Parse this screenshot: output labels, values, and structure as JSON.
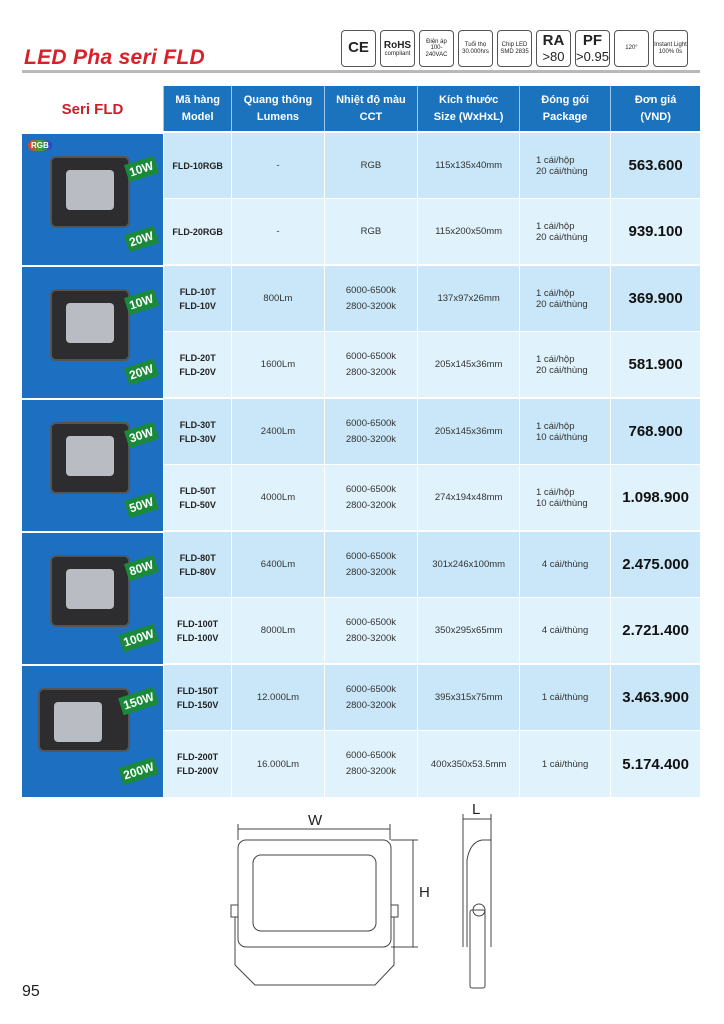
{
  "page": {
    "title": "LED Pha seri FLD",
    "page_number": "95",
    "seri_label": "Seri FLD"
  },
  "badges": [
    {
      "icon": "ce-mark-icon",
      "top": "CE",
      "bottom": ""
    },
    {
      "icon": "rohs-icon",
      "top": "RoHS",
      "bottom": "compliant"
    },
    {
      "icon": "voltage-icon",
      "top": "Điện áp",
      "bottom": "100-240VAC"
    },
    {
      "icon": "lifetime-gauge-icon",
      "top": "Tuổi thọ",
      "bottom": "30.000hrs"
    },
    {
      "icon": "bulb-icon",
      "top": "Chip LED",
      "bottom": "SMD 2835"
    },
    {
      "icon": "ra-icon",
      "top": "RA",
      "bottom": ">80"
    },
    {
      "icon": "pf-icon",
      "top": "PF",
      "bottom": ">0.95"
    },
    {
      "icon": "beam-angle-icon",
      "top": "",
      "bottom": "120°"
    },
    {
      "icon": "instant-light-icon",
      "top": "Instant Light",
      "bottom": "100% 0s"
    }
  ],
  "headers": [
    "Mã hàng\nModel",
    "Quang thông\nLumens",
    "Nhiệt độ màu\nCCT",
    "Kích thước\nSize (WxHxL)",
    "Đóng gói\nPackage",
    "Đơn giá\n(VND)"
  ],
  "groups": [
    {
      "label": "RGB",
      "watts": [
        "10W",
        "20W"
      ]
    },
    {
      "label": "",
      "watts": [
        "10W",
        "20W"
      ]
    },
    {
      "label": "",
      "watts": [
        "30W",
        "50W"
      ]
    },
    {
      "label": "",
      "watts": [
        "80W",
        "100W"
      ]
    },
    {
      "label": "",
      "watts": [
        "150W",
        "200W"
      ]
    }
  ],
  "rows": [
    {
      "model": "FLD-10RGB",
      "lumens": "-",
      "cct": "RGB",
      "size": "115x135x40mm",
      "package": "1 cái/hộp\n20 cái/thùng",
      "price": "563.600"
    },
    {
      "model": "FLD-20RGB",
      "lumens": "-",
      "cct": "RGB",
      "size": "115x200x50mm",
      "package": "1 cái/hộp\n20 cái/thùng",
      "price": "939.100"
    },
    {
      "model": "FLD-10T\nFLD-10V",
      "lumens": "800Lm",
      "cct": "6000-6500k\n2800-3200k",
      "size": "137x97x26mm",
      "package": "1 cái/hộp\n20 cái/thùng",
      "price": "369.900"
    },
    {
      "model": "FLD-20T\nFLD-20V",
      "lumens": "1600Lm",
      "cct": "6000-6500k\n2800-3200k",
      "size": "205x145x36mm",
      "package": "1 cái/hộp\n20 cái/thùng",
      "price": "581.900"
    },
    {
      "model": "FLD-30T\nFLD-30V",
      "lumens": "2400Lm",
      "cct": "6000-6500k\n2800-3200k",
      "size": "205x145x36mm",
      "package": "1 cái/hộp\n10 cái/thùng",
      "price": "768.900"
    },
    {
      "model": "FLD-50T\nFLD-50V",
      "lumens": "4000Lm",
      "cct": "6000-6500k\n2800-3200k",
      "size": "274x194x48mm",
      "package": "1 cái/hộp\n10 cái/thùng",
      "price": "1.098.900"
    },
    {
      "model": "FLD-80T\nFLD-80V",
      "lumens": "6400Lm",
      "cct": "6000-6500k\n2800-3200k",
      "size": "301x246x100mm",
      "package": "4 cái/thùng",
      "price": "2.475.000"
    },
    {
      "model": "FLD-100T\nFLD-100V",
      "lumens": "8000Lm",
      "cct": "6000-6500k\n2800-3200k",
      "size": "350x295x65mm",
      "package": "4 cái/thùng",
      "price": "2.721.400"
    },
    {
      "model": "FLD-150T\nFLD-150V",
      "lumens": "12.000Lm",
      "cct": "6000-6500k\n2800-3200k",
      "size": "395x315x75mm",
      "package": "1 cái/thùng",
      "price": "3.463.900"
    },
    {
      "model": "FLD-200T\nFLD-200V",
      "lumens": "16.000Lm",
      "cct": "6000-6500k\n2800-3200k",
      "size": "400x350x53.5mm",
      "package": "1 cái/thùng",
      "price": "5.174.400"
    }
  ],
  "diagram": {
    "w": "W",
    "h": "H",
    "l": "L"
  }
}
